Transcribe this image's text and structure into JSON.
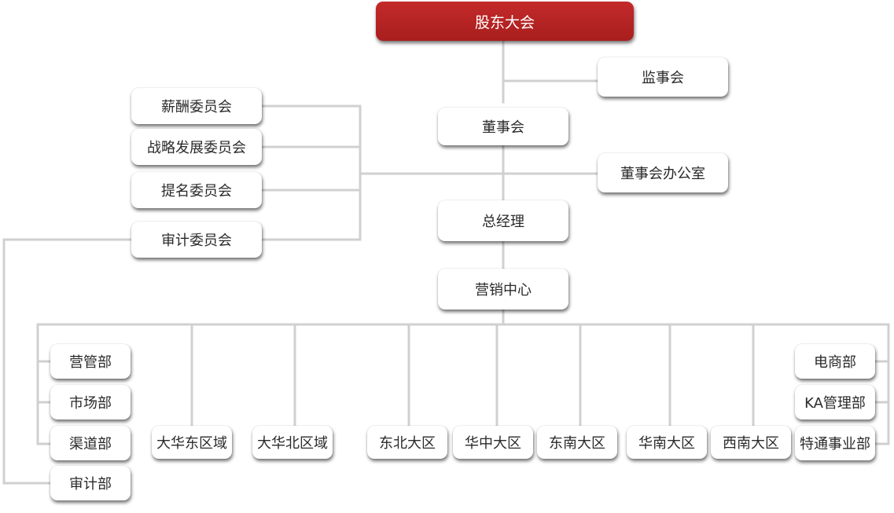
{
  "org_chart": {
    "root": "股东大会",
    "supervisory_board": "监事会",
    "board_of_directors": "董事会",
    "board_office": "董事会办公室",
    "general_manager": "总经理",
    "marketing_center": "营销中心",
    "committees": [
      "薪酬委员会",
      "战略发展委员会",
      "提名委员会",
      "审计委员会"
    ],
    "audit_department": "审计部",
    "left_departments": [
      "营管部",
      "市场部",
      "渠道部"
    ],
    "regions": [
      "大华东区域",
      "大华北区域",
      "东北大区",
      "华中大区",
      "东南大区",
      "华南大区",
      "西南大区"
    ],
    "right_departments": [
      "电商部",
      "KA管理部",
      "特通事业部"
    ]
  },
  "colors": {
    "root_fill": "#b22222",
    "node_fill": "#ffffff",
    "connector": "#d0d0d0",
    "text": "#2a2a2a"
  }
}
